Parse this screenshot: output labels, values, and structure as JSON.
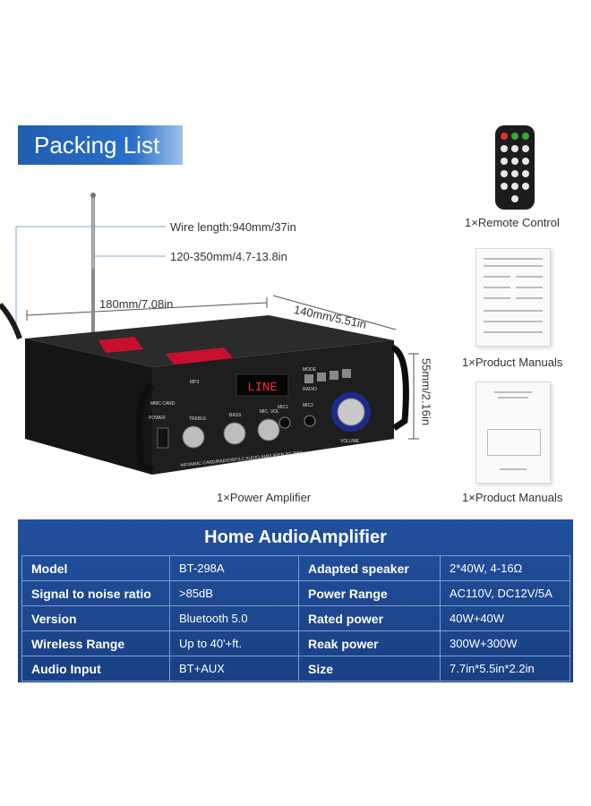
{
  "header": {
    "title": "Packing List"
  },
  "callouts": {
    "wire_length": "Wire length:940mm/37in",
    "antenna_length": "120-350mm/4.7-13.8in"
  },
  "dimensions": {
    "width": "180mm/7.08in",
    "depth": "140mm/5.51in",
    "height": "55mm/2.16in"
  },
  "amplifier_labels": {
    "display": "LINE",
    "model_plate": "MP3/MMC CARD/RADIO/BT/LC AUDIO AMPLIFIER BT-298A",
    "knobs": [
      "TREBLE",
      "BASS",
      "MIC. VOL",
      "VOLUME"
    ],
    "ports": [
      "MP3",
      "MMC CARD",
      "MIC1",
      "MIC2",
      "POWER"
    ],
    "buttons": [
      "MODE",
      "RADIO"
    ]
  },
  "items": [
    {
      "label": "1×Remote Control"
    },
    {
      "label": "1×Product Manuals"
    },
    {
      "label": "1×Product Manuals"
    },
    {
      "label": "1×Power Amplifier"
    }
  ],
  "spec": {
    "title": "Home AudioAmplifier",
    "rows": [
      {
        "k1": "Model",
        "v1": "BT-298A",
        "k2": "Adapted speaker",
        "v2": "2*40W, 4-16Ω"
      },
      {
        "k1": "Signal to noise ratio",
        "v1": ">85dB",
        "k2": "Power Range",
        "v2": "AC110V, DC12V/5A"
      },
      {
        "k1": "Version",
        "v1": "Bluetooth 5.0",
        "k2": "Rated power",
        "v2": "40W+40W"
      },
      {
        "k1": "Wireless Range",
        "v1": "Up to 40'+ft.",
        "k2": "Reak power",
        "v2": "300W+300W"
      },
      {
        "k1": "Audio Input",
        "v1": "BT+AUX",
        "k2": "Size",
        "v2": "7.7in*5.5in*2.2in"
      }
    ]
  },
  "colors": {
    "banner": "#2a6fc9",
    "spec_bg": "#1f4b97",
    "display_red": "#ff2a2a",
    "volume_glow": "#3b5bff"
  }
}
